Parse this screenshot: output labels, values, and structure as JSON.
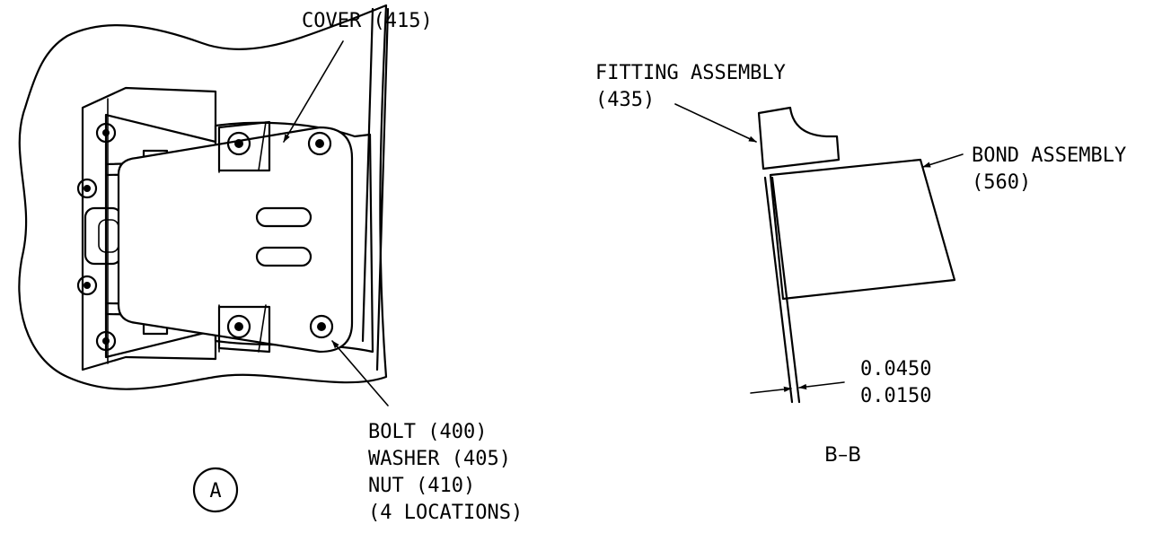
{
  "detail_a": {
    "cover_label": "COVER (415)",
    "fastener_lines": [
      "BOLT (400)",
      "WASHER (405)",
      "NUT (410)",
      "(4 LOCATIONS)"
    ],
    "view_marker": "A"
  },
  "section_bb": {
    "fitting_lines": [
      "FITTING ASSEMBLY",
      "(435)"
    ],
    "bond_lines": [
      "BOND ASSEMBLY",
      "(560)"
    ],
    "dimension_upper": "0.0450",
    "dimension_lower": "0.0150",
    "section_title": "B–B"
  }
}
